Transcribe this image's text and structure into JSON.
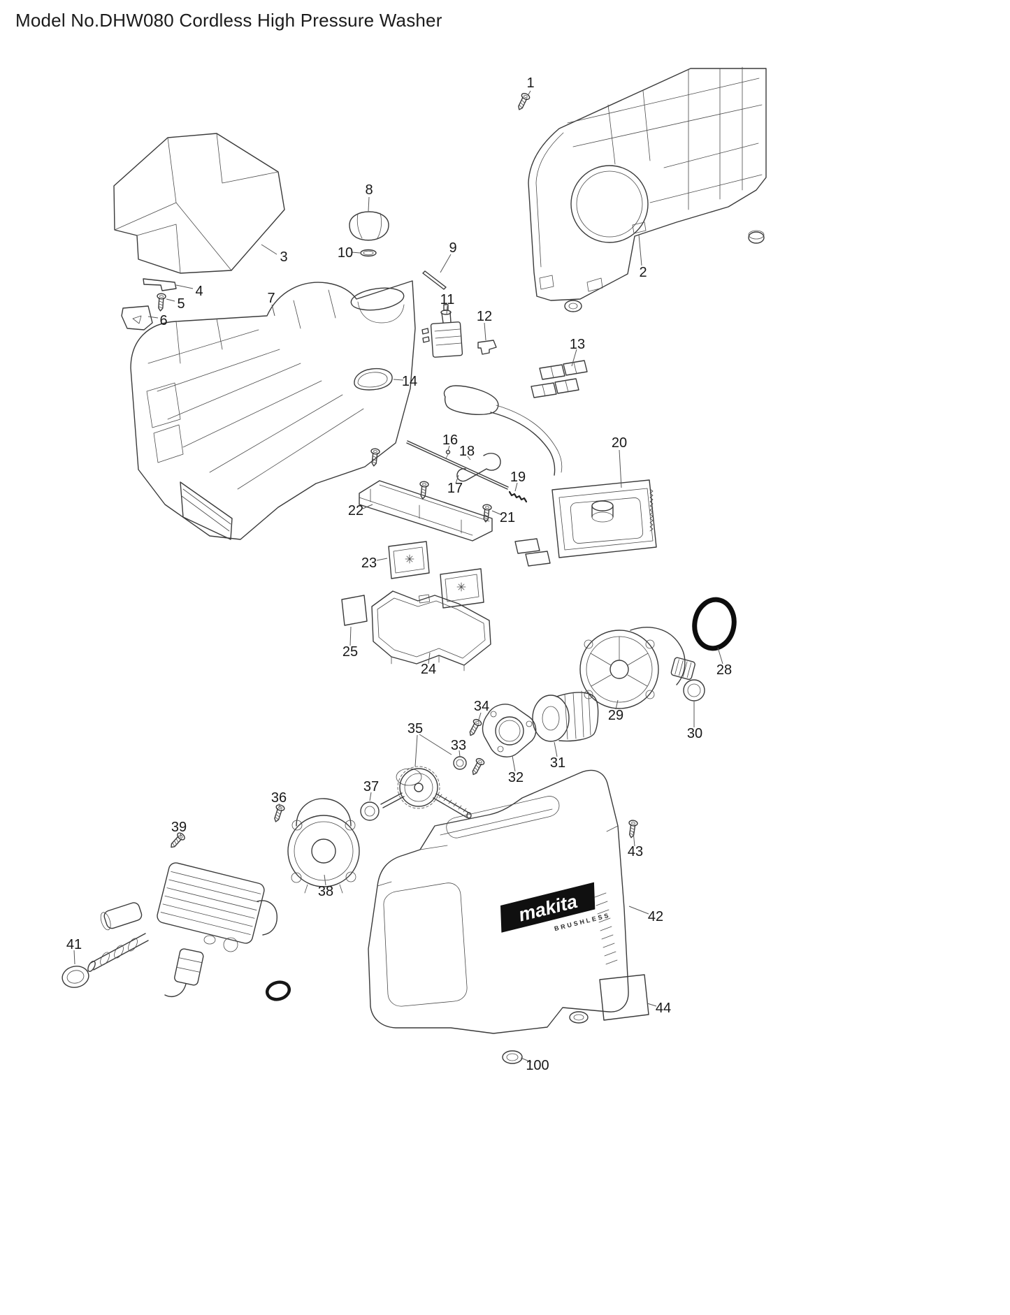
{
  "page": {
    "title": "Model No.DHW080 Cordless High Pressure Washer"
  },
  "diagram": {
    "brand": "makita",
    "brand_sub": "BRUSHLESS",
    "callouts": [
      "1",
      "2",
      "3",
      "4",
      "5",
      "6",
      "7",
      "8",
      "9",
      "10",
      "11",
      "12",
      "13",
      "14",
      "16",
      "17",
      "18",
      "19",
      "20",
      "21",
      "22",
      "23",
      "24",
      "25",
      "28",
      "29",
      "30",
      "31",
      "32",
      "33",
      "34",
      "35",
      "36",
      "37",
      "38",
      "39",
      "41",
      "42",
      "43",
      "44",
      "100"
    ]
  }
}
